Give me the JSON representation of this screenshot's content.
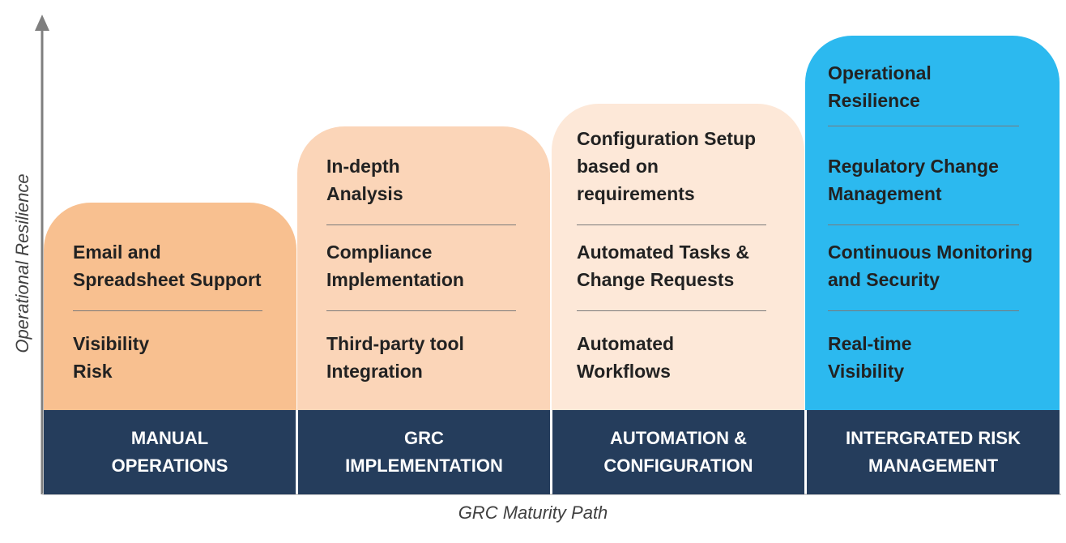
{
  "axis": {
    "y_label": "Operational Resilience",
    "x_label": "GRC Maturity Path"
  },
  "colors": {
    "stage_bar": "#253d5c",
    "card1": "#f8c090",
    "card2": "#fbd5b8",
    "card3": "#fde8d8",
    "card4": "#2cb9ef"
  },
  "stages": [
    {
      "line1": "MANUAL",
      "line2": "OPERATIONS",
      "items": [
        {
          "line1": "Email and",
          "line2": "Spreadsheet Support"
        },
        {
          "line1": "Visibility",
          "line2": "Risk"
        }
      ]
    },
    {
      "line1": "GRC",
      "line2": "IMPLEMENTATION",
      "items": [
        {
          "line1": "In-depth",
          "line2": "Analysis"
        },
        {
          "line1": "Compliance",
          "line2": "Implementation"
        },
        {
          "line1": "Third-party tool",
          "line2": "Integration"
        }
      ]
    },
    {
      "line1": "AUTOMATION &",
      "line2": "CONFIGURATION",
      "items": [
        {
          "line1": "Configuration Setup",
          "line2": "based on",
          "line3": "requirements"
        },
        {
          "line1": "Automated Tasks &",
          "line2": "Change Requests"
        },
        {
          "line1": "Automated",
          "line2": "Workflows"
        }
      ]
    },
    {
      "line1": "INTERGRATED RISK",
      "line2": "MANAGEMENT",
      "items": [
        {
          "line1": "Operational",
          "line2": "Resilience"
        },
        {
          "line1": "Regulatory Change",
          "line2": "Management"
        },
        {
          "line1": "Continuous Monitoring",
          "line2": "and Security"
        },
        {
          "line1": "Real-time",
          "line2": "Visibility"
        }
      ]
    }
  ]
}
